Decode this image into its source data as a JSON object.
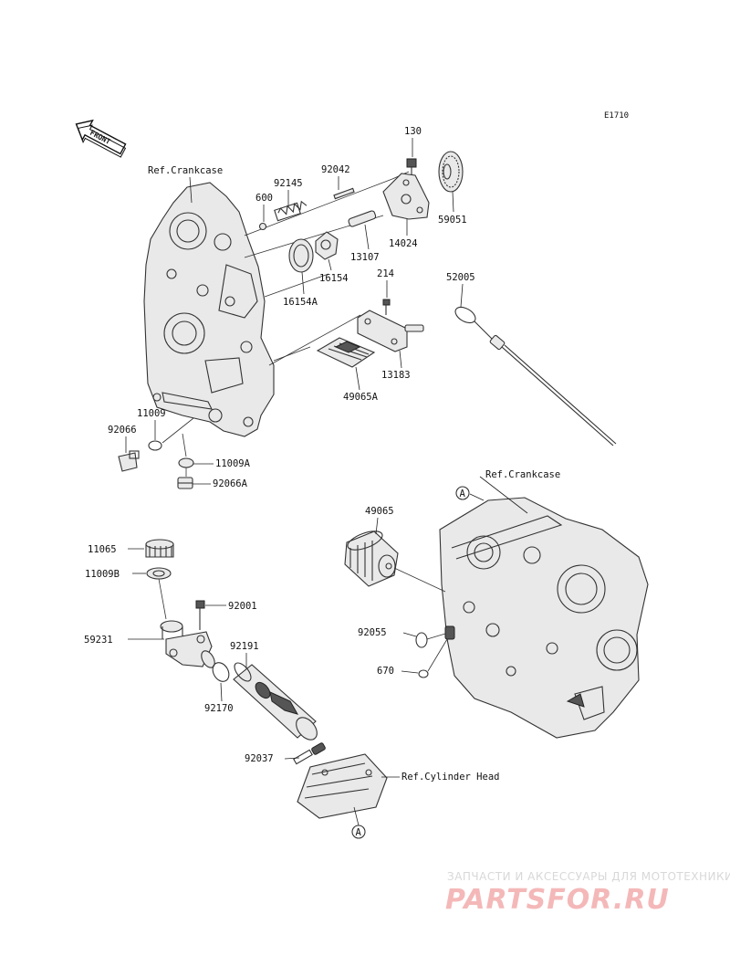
{
  "diagram_code": "E1710",
  "front_label": "FRONT",
  "refs": {
    "crankcase_top": "Ref.Crankcase",
    "crankcase_right": "Ref.Crankcase",
    "cylinder_head": "Ref.Cylinder Head",
    "marker_a1": "A",
    "marker_a2": "A"
  },
  "parts": {
    "p130": "130",
    "p92042": "92042",
    "p92145": "92145",
    "p600": "600",
    "p59051": "59051",
    "p14024": "14024",
    "p13107": "13107",
    "p16154": "16154",
    "p16154A": "16154A",
    "p214": "214",
    "p52005": "52005",
    "p13183": "13183",
    "p49065A": "49065A",
    "p11009": "11009",
    "p92066": "92066",
    "p11009A": "11009A",
    "p92066A": "92066A",
    "p49065": "49065",
    "p11065": "11065",
    "p11009B": "11009B",
    "p92001": "92001",
    "p59231": "59231",
    "p92191": "92191",
    "p92055": "92055",
    "p670": "670",
    "p92170": "92170",
    "p92037": "92037"
  },
  "watermark": {
    "tagline": "ЗАПЧАСТИ И АКСЕССУАРЫ ДЛЯ МОТОТЕХНИКИ",
    "logo": "PARTSFOR.RU"
  }
}
